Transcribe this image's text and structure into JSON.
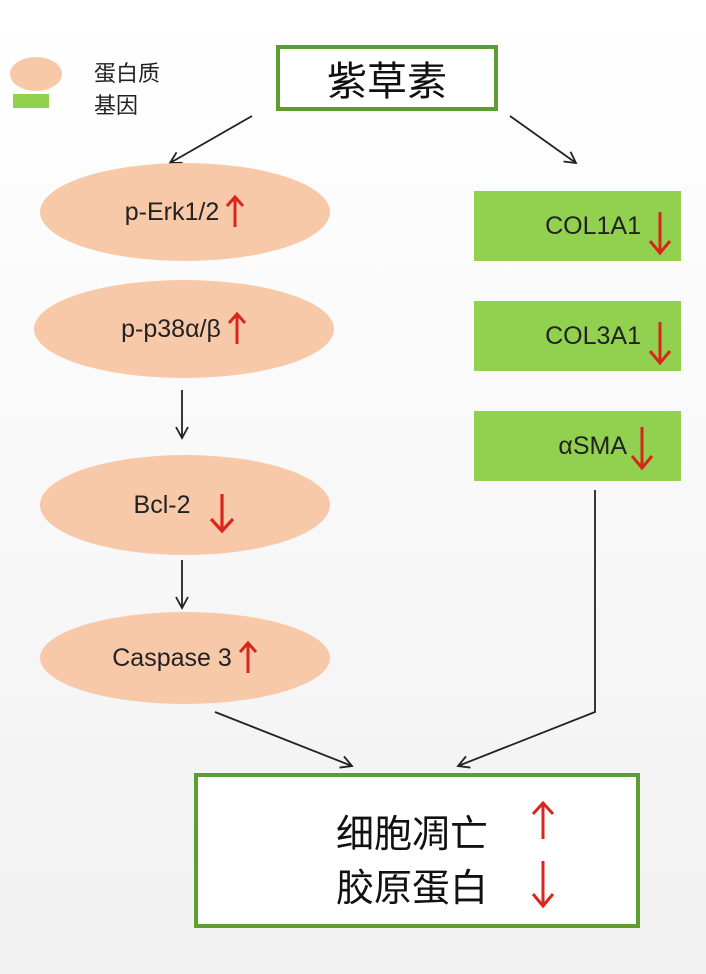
{
  "legend": {
    "protein_label": "蛋白质",
    "gene_label": "基因"
  },
  "title": "紫草素",
  "protein_nodes": [
    {
      "label": "p-Erk1/2",
      "direction": "up"
    },
    {
      "label": "p-p38α/β",
      "direction": "up"
    },
    {
      "label": "Bcl-2",
      "direction": "down"
    },
    {
      "label": "Caspase 3",
      "direction": "up"
    }
  ],
  "gene_nodes": [
    {
      "label": "COL1A1",
      "direction": "down"
    },
    {
      "label": "COL3A1",
      "direction": "down"
    },
    {
      "label": "αSMA",
      "direction": "down"
    }
  ],
  "result": {
    "line1": "细胞凋亡",
    "line1_direction": "up",
    "line2": "胶原蛋白",
    "line2_direction": "down"
  },
  "colors": {
    "protein": "#f7c9a9",
    "gene": "#92d050",
    "box_border": "#5e9d32",
    "arrow_red": "#d9261c",
    "connector": "#222222"
  }
}
